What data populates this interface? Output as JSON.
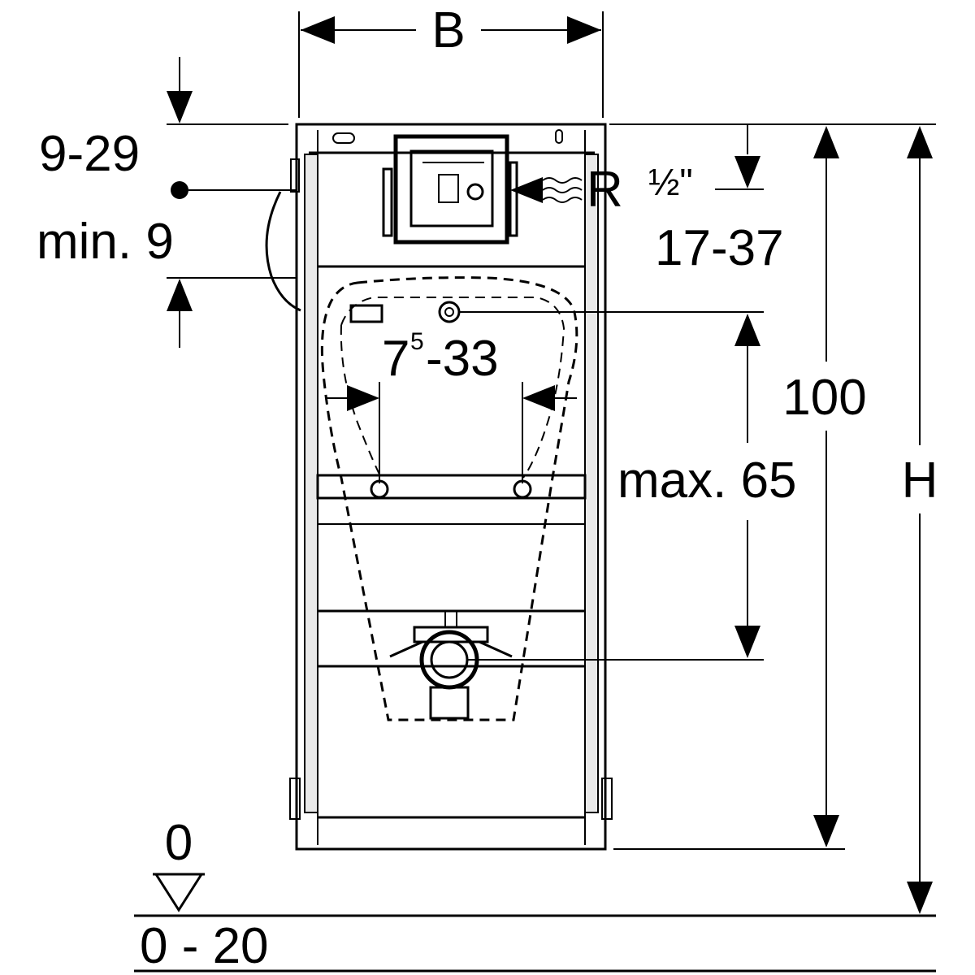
{
  "dimensions": {
    "width_label": "B",
    "height_label": "H",
    "top_offset": "9-29",
    "top_min": "min. 9",
    "water_thread_letter": "R",
    "water_thread_size": "½\"",
    "water_height": "17-37",
    "outlet_span_base": "7",
    "outlet_span_sup": "5",
    "outlet_span_rest": "-33",
    "mount_distance": "100",
    "drain_max": "max. 65",
    "floor_zero": "0",
    "floor_range": "0 - 20"
  },
  "colors": {
    "ink": "#000000",
    "paper": "#ffffff",
    "rail_fill": "#e9e9e9"
  }
}
